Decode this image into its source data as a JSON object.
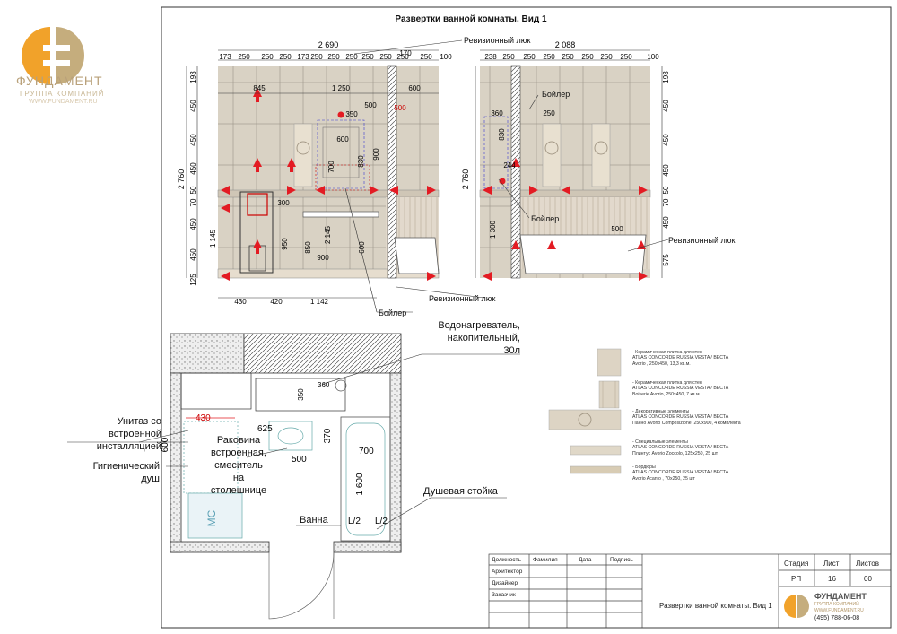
{
  "sheet_title": "Развертки ванной комнаты. Вид 1",
  "logo": {
    "brand": "ФУНДАМЕНТ",
    "sub": "ГРУППА КОМПАНИЙ",
    "site": "WWW.FUNDAMENT.RU",
    "colors": {
      "orange": "#f1a22a",
      "gold": "#c5ad7d"
    }
  },
  "elev1": {
    "total_width": "2 690",
    "top_dims": [
      "173",
      "250",
      "250",
      "250",
      "173",
      "250",
      "250",
      "250",
      "250",
      "250",
      "250",
      "170",
      "250",
      "100"
    ],
    "second_dims": [
      "845",
      "1 250",
      "600"
    ],
    "height_total": "2 760",
    "left_dims": [
      "193",
      "450",
      "450",
      "450",
      "50",
      "70",
      "450",
      "450",
      "125"
    ],
    "inner_dims": [
      "350",
      "500",
      "500",
      "600",
      "830",
      "900",
      "700",
      "2 145",
      "300",
      "950",
      "850",
      "600",
      "900",
      "1 145"
    ],
    "bottom_dims": [
      "430",
      "420",
      "1 142"
    ],
    "callouts": {
      "revision_top": "Ревизионный люк",
      "revision_bottom": "Ревизионный люк",
      "boiler": "Бойлер"
    }
  },
  "elev2": {
    "total_width": "2 088",
    "top_dims": [
      "238",
      "250",
      "250",
      "250",
      "250",
      "250",
      "250",
      "250",
      "100"
    ],
    "height_total": "2 760",
    "right_dims": [
      "193",
      "450",
      "450",
      "450",
      "50",
      "70",
      "450",
      "575"
    ],
    "inner_dims": [
      "360",
      "250",
      "830",
      "244",
      "1 300",
      "500"
    ],
    "callouts": {
      "boiler_top": "Бойлер",
      "boiler_bottom": "Бойлер",
      "revision": "Ревизионный люк"
    }
  },
  "plan": {
    "dims": [
      "430",
      "600",
      "625",
      "370",
      "500",
      "700",
      "1 600",
      "L/2",
      "L/2",
      "360",
      "350"
    ],
    "mc": "МС",
    "labels": {
      "heater": "Водонагреватель,\nнакопительный,\n30л",
      "toilet": "Унитаз со\nвстроенной\nинсталляцией",
      "hygiene": "Гигиенический\nдуш",
      "sink": "Раковина\nвстроенная,\nсмеситель\nна\nстолешнице",
      "shower": "Душевая стойка",
      "bath": "Ванна"
    }
  },
  "legend": [
    {
      "text": "- Керамическая плитка для стен\nATLAS CONCORDE RUSSIA VESTA / ВЕСТА\nAvorio , 250x450, 13,3 кв.м."
    },
    {
      "text": "- Керамическая плитка для стен\nATLAS CONCORDE RUSSIA VESTA / ВЕСТА\nBoiserie Avorio, 250x450, 7 кв.м."
    },
    {
      "text": "- Декоративные элементы\nATLAS CONCORDE RUSSIA VESTA / ВЕСТА\nПанно Avorio Composizione, 250x900, 4 комплекта"
    },
    {
      "text": "- Специальные элементы\nATLAS CONCORDE RUSSIA VESTA / ВЕСТА\nПлинтус Avorio Zoccolo, 125x250, 25 шт"
    },
    {
      "text": "- Бордюры\nATLAS CONCORDE RUSSIA VESTA / ВЕСТА\nAvorio Acanto , 70x250, 25 шт"
    }
  ],
  "titleblock": {
    "headers": [
      "Должность",
      "Фамилия",
      "Дата",
      "Подпись"
    ],
    "roles": [
      "Архитектор",
      "Дизайнер",
      "Заказчик"
    ],
    "stage_h": "Стадия",
    "sheet_h": "Лист",
    "sheets_h": "Листов",
    "stage": "РП",
    "sheet": "16",
    "sheets": "00",
    "name": "Развертки ванной комнаты. Вид 1",
    "brand": "ФУНДАМЕНТ",
    "brand_sub": "ГРУППА КОМПАНИЙ",
    "brand_site": "WWW.FUNDAMENT.RU",
    "phone": "(495) 788-06-08"
  }
}
